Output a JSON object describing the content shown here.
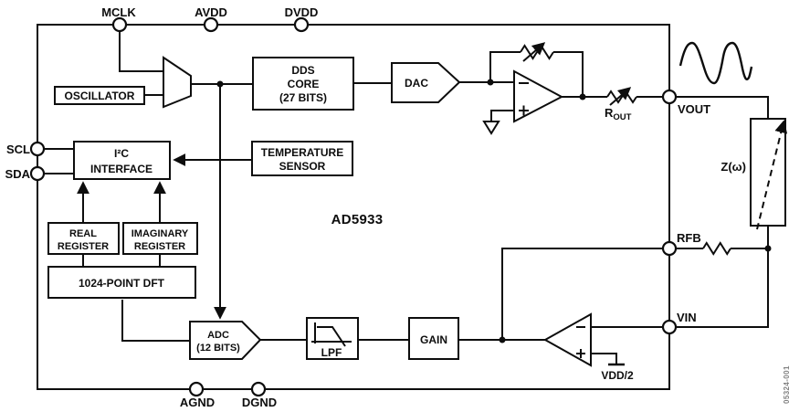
{
  "part_label": "AD5933",
  "watermark": "05324-001",
  "pins": {
    "mclk": "MCLK",
    "avdd": "AVDD",
    "dvdd": "DVDD",
    "scl": "SCL",
    "sda": "SDA",
    "vout": "VOUT",
    "rfb": "RFB",
    "vin": "VIN",
    "agnd": "AGND",
    "dgnd": "DGND"
  },
  "blocks": {
    "oscillator": "OSCILLATOR",
    "dds": {
      "l1": "DDS",
      "l2": "CORE",
      "l3": "(27 BITS)"
    },
    "dac": "DAC",
    "i2c": {
      "l1": "I²C",
      "l2": "INTERFACE"
    },
    "temp": {
      "l1": "TEMPERATURE",
      "l2": "SENSOR"
    },
    "real": {
      "l1": "REAL",
      "l2": "REGISTER"
    },
    "imag": {
      "l1": "IMAGINARY",
      "l2": "REGISTER"
    },
    "dft": "1024-POINT DFT",
    "adc": {
      "l1": "ADC",
      "l2": "(12 BITS)"
    },
    "lpf": "LPF",
    "gain": "GAIN"
  },
  "labels": {
    "rout_main": "R",
    "rout_sub": "OUT",
    "vdd2": "VDD/2",
    "z": "Z(ω)"
  },
  "colors": {
    "ink": "#0d0d0d",
    "watermark_gray": "#7f7f7f",
    "background": "#ffffff"
  }
}
